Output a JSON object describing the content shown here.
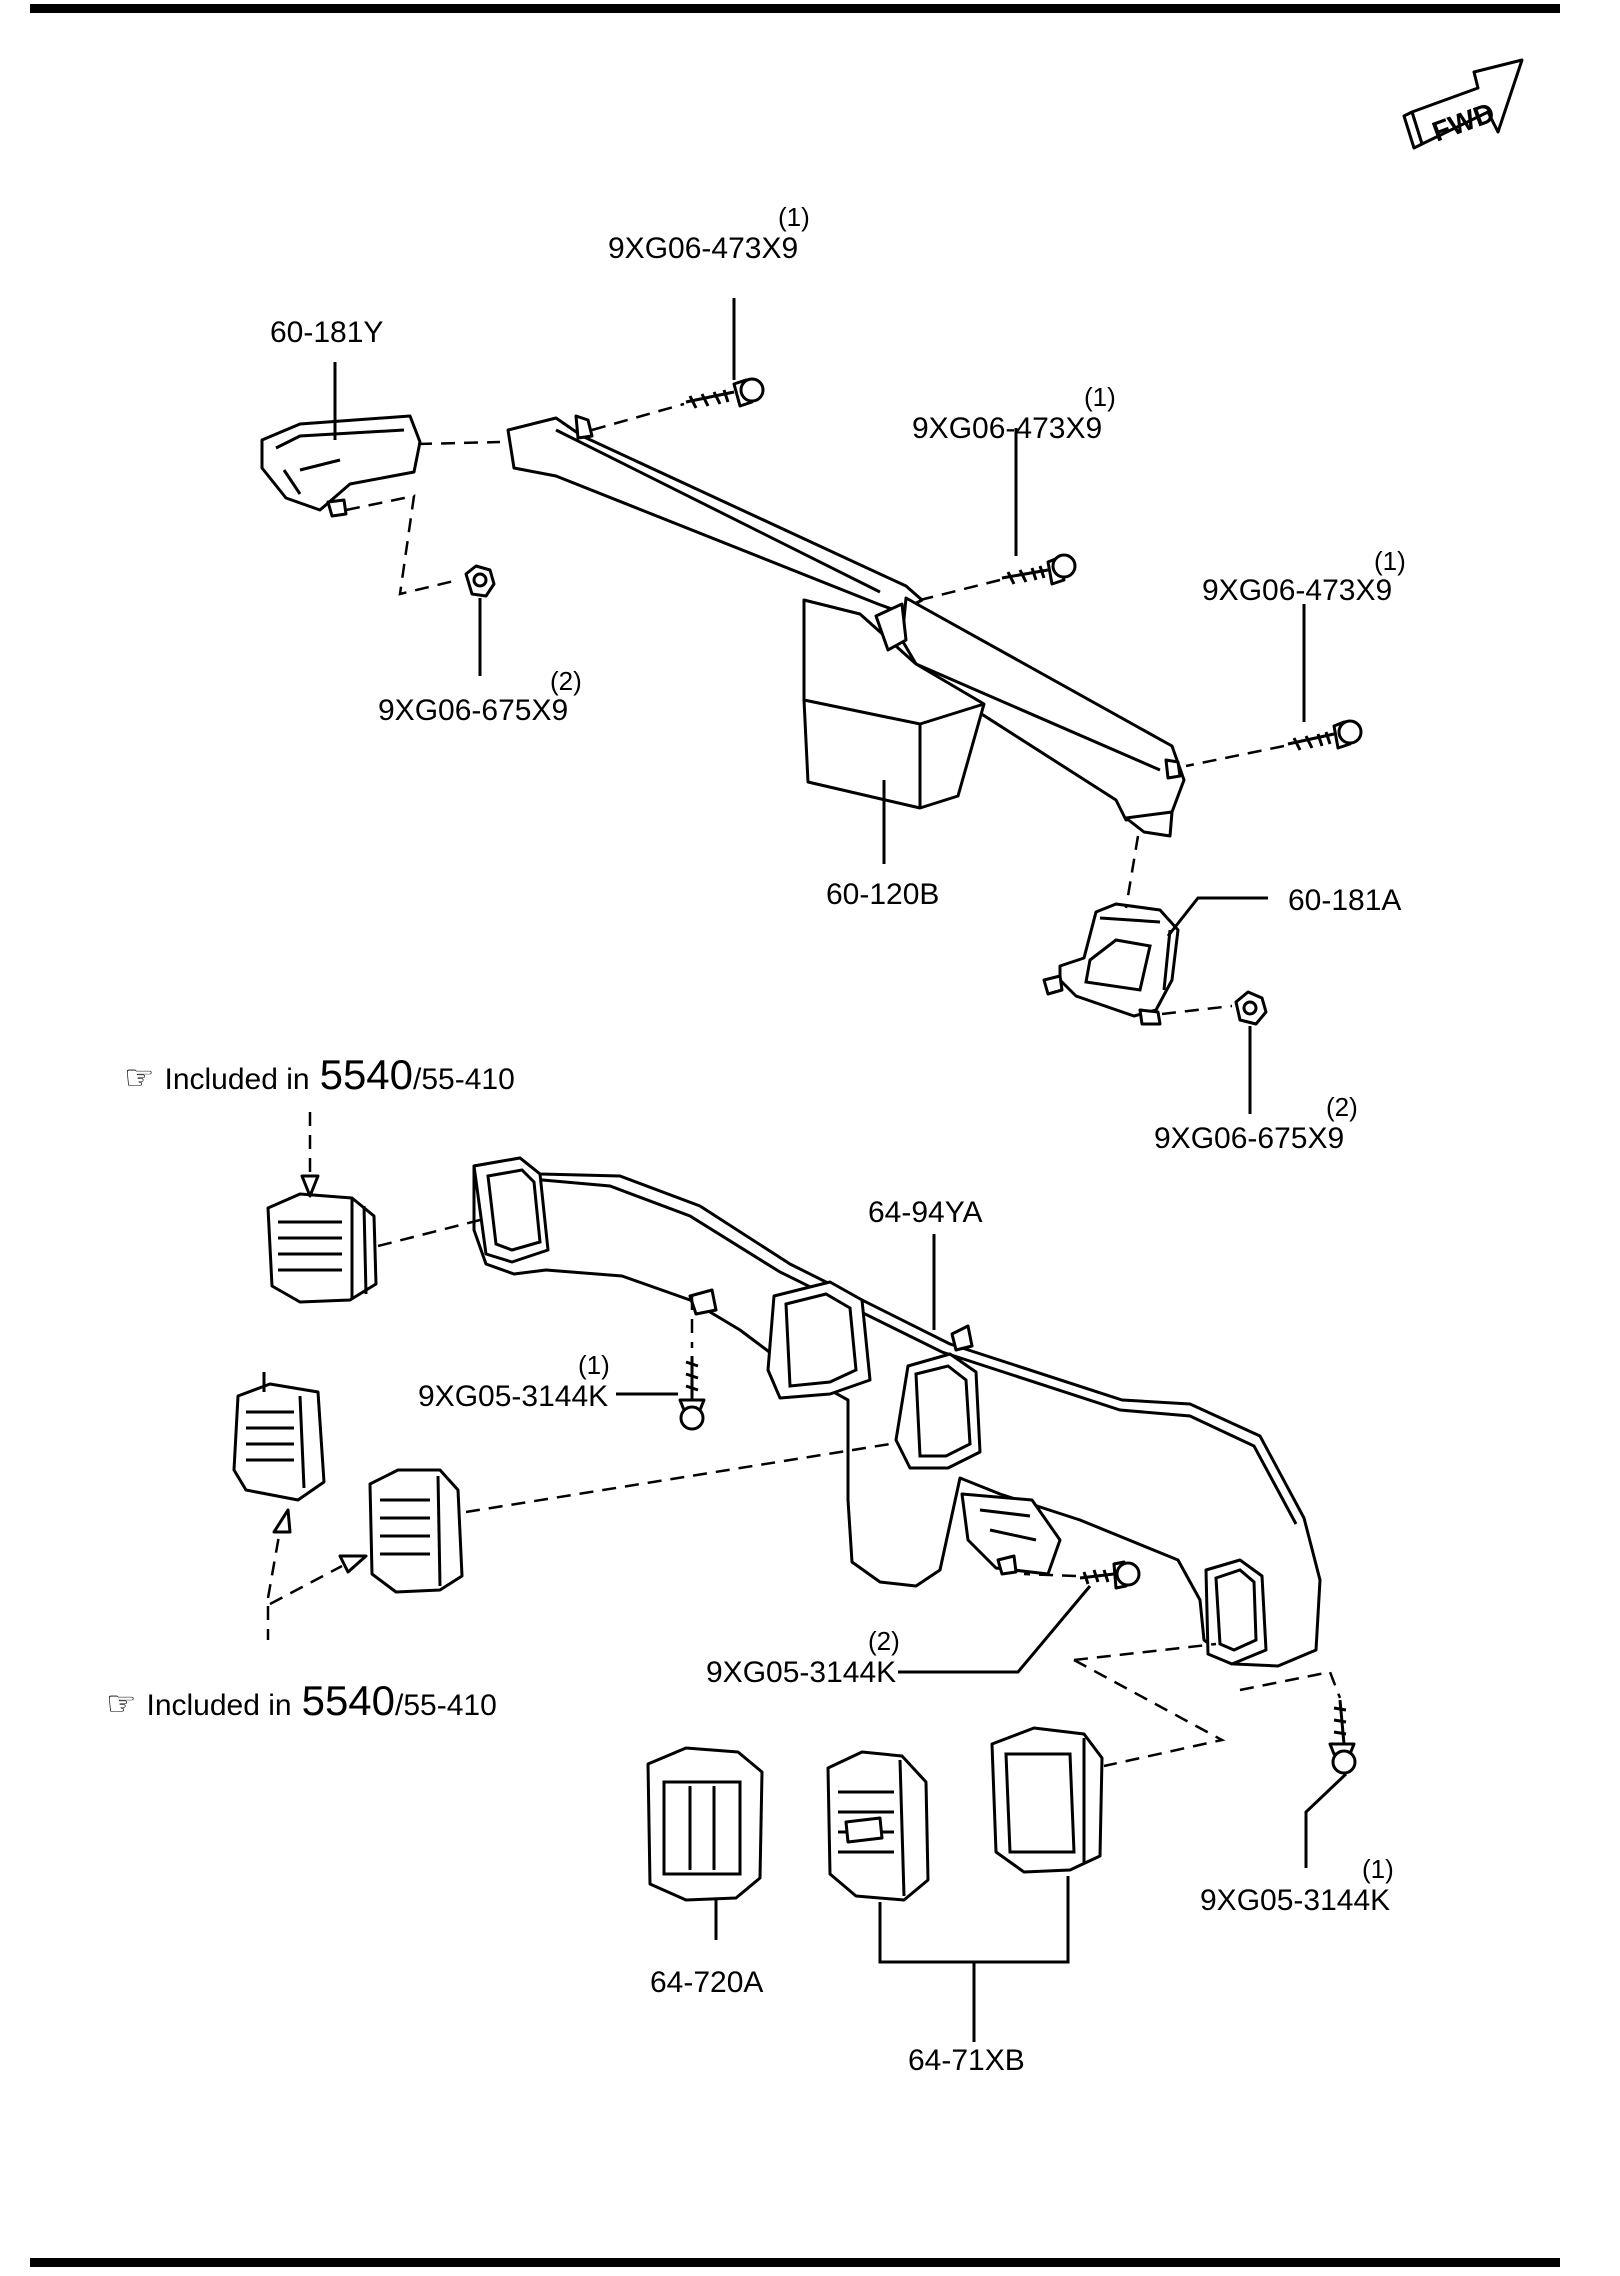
{
  "fwd_badge": "FWD",
  "upper": {
    "bolt_a": {
      "part": "9XG06-473X9",
      "qty": "(1)"
    },
    "bolt_b": {
      "part": "9XG06-473X9",
      "qty": "(1)"
    },
    "bolt_c": {
      "part": "9XG06-473X9",
      "qty": "(1)"
    },
    "duct_left": {
      "part": "60-181Y"
    },
    "duct_right": {
      "part": "60-181A"
    },
    "duct_center": {
      "part": "60-120B"
    },
    "nut_left": {
      "part": "9XG06-675X9",
      "qty": "(2)"
    },
    "nut_right": {
      "part": "9XG06-675X9",
      "qty": "(2)"
    }
  },
  "lower": {
    "note_top": {
      "hand": "☞",
      "text_a": "Included in",
      "ref": "5540",
      "text_b": "/55-410"
    },
    "note_bottom": {
      "hand": "☞",
      "text_a": "Included in",
      "ref": "5540",
      "text_b": "/55-410"
    },
    "duct_main": {
      "part": "64-94YA"
    },
    "screw_a": {
      "part": "9XG05-3144K",
      "qty": "(1)"
    },
    "screw_b": {
      "part": "9XG05-3144K",
      "qty": "(2)"
    },
    "screw_c": {
      "part": "9XG05-3144K",
      "qty": "(1)"
    },
    "vent_single": {
      "part": "64-720A"
    },
    "vent_pair": {
      "part": "64-71XB"
    }
  }
}
